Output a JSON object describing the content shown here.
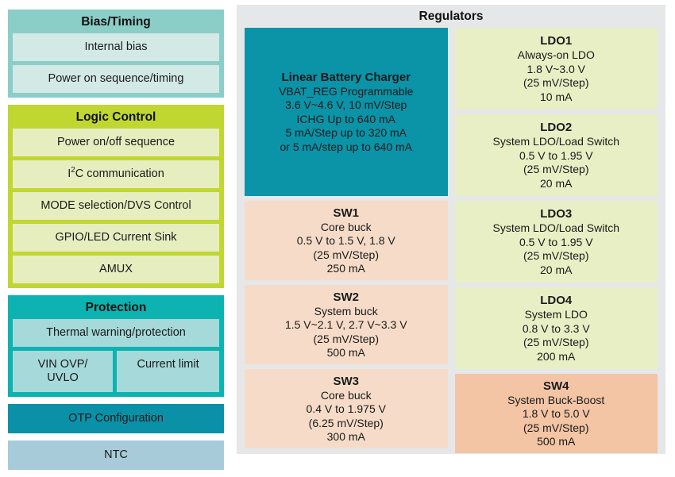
{
  "left": {
    "groups": [
      {
        "title": "Bias/Timing",
        "items": [
          "Internal bias",
          "Power on sequence/timing"
        ]
      },
      {
        "title": "Logic Control",
        "items": [
          "Power on/off sequence",
          "I2C communication",
          "MODE selection/DVS Control",
          "GPIO/LED Current Sink",
          "AMUX"
        ]
      },
      {
        "title": "Protection",
        "items": [
          "Thermal warning/protection",
          "VIN OVP/ UVLO",
          "Current limit"
        ]
      }
    ],
    "bars": [
      "OTP Configuration",
      "NTC"
    ]
  },
  "regulators": {
    "title": "Regulators",
    "left_column": [
      {
        "name": "Linear Battery Charger",
        "lines": [
          "VBAT_REG Programmable",
          "3.6 V~4.6 V, 10 mV/Step",
          "ICHG Up to 640 mA",
          "5 mA/Step up to 320 mA",
          "or 5 mA/step up to 640 mA"
        ]
      },
      {
        "name": "SW1",
        "lines": [
          "Core buck",
          "0.5 V to 1.5 V, 1.8 V",
          "(25 mV/Step)",
          "250 mA"
        ]
      },
      {
        "name": "SW2",
        "lines": [
          "System buck",
          "1.5 V~2.1 V, 2.7 V~3.3 V",
          "(25 mV/Step)",
          "500 mA"
        ]
      },
      {
        "name": "SW3",
        "lines": [
          "Core buck",
          "0.4 V to 1.975 V",
          "(6.25 mV/Step)",
          "300 mA"
        ]
      }
    ],
    "right_column": [
      {
        "name": "LDO1",
        "lines": [
          "Always-on LDO",
          "1.8 V~3.0 V",
          "(25 mV/Step)",
          "10 mA"
        ]
      },
      {
        "name": "LDO2",
        "lines": [
          "System LDO/Load Switch",
          "0.5 V to 1.95 V",
          "(25 mV/Step)",
          "20 mA"
        ]
      },
      {
        "name": "LDO3",
        "lines": [
          "System LDO/Load Switch",
          "0.5 V to 1.95 V",
          "(25 mV/Step)",
          "20 mA"
        ]
      },
      {
        "name": "LDO4",
        "lines": [
          "System LDO",
          "0.8 V to 3.3 V",
          "(25 mV/Step)",
          "200 mA"
        ]
      },
      {
        "name": "SW4",
        "lines": [
          "System Buck-Boost",
          "1.8 V to 5.0 V",
          "(25 mV/Step)",
          "500 mA"
        ]
      }
    ]
  },
  "colors": {
    "bias_group": "#8bcec8",
    "bias_item": "#d3e9e6",
    "logic_group": "#bfd730",
    "logic_item": "#e6eec0",
    "protection_group": "#0cb3b0",
    "protection_item": "#a6d9da",
    "otp_bar": "#0b91a7",
    "ntc_bar": "#a8cbd9",
    "regulators_panel": "#e6e7e9",
    "charger_box": "#0b93a8",
    "sw_box": "#f6dcc8",
    "sw4_box": "#f3c5a5",
    "ldo_box": "#e9efc5"
  }
}
